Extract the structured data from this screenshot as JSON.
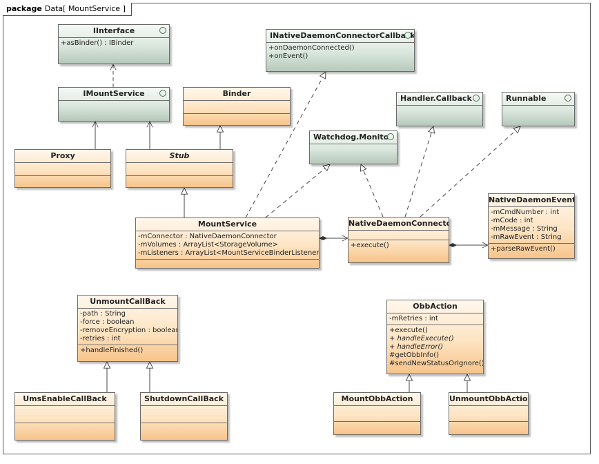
{
  "frame": {
    "keyword": "package",
    "name": "Data[  MountService ]"
  },
  "classes": {
    "iinterface": {
      "name": "IInterface",
      "attributes": [],
      "operations": [
        "+asBinder() : IBinder"
      ]
    },
    "imountservice": {
      "name": "IMountService",
      "attributes": [],
      "operations": []
    },
    "callbacks": {
      "name": "INativeDaemonConnectorCallbacks",
      "attributes": [],
      "operations": [
        "+onDaemonConnected()",
        "+onEvent()"
      ]
    },
    "binder": {
      "name": "Binder",
      "attributes": [],
      "operations": []
    },
    "handler": {
      "name": "Handler.Callback",
      "attributes": [],
      "operations": []
    },
    "runnable": {
      "name": "Runnable",
      "attributes": [],
      "operations": []
    },
    "proxy": {
      "name": "Proxy",
      "attributes": [],
      "operations": []
    },
    "stub": {
      "name": "Stub",
      "attributes": [],
      "operations": []
    },
    "watchdog": {
      "name": "Watchdog.Monitor",
      "attributes": [],
      "operations": []
    },
    "mountservice": {
      "name": "MountService",
      "attributes": [
        "-mConnector : NativeDaemonConnector",
        "-mVolumes : ArrayList<StorageVolume>",
        "-mListeners : ArrayList<MountServiceBinderListener>"
      ],
      "operations": []
    },
    "connector": {
      "name": "NativeDaemonConnector",
      "attributes": [],
      "operations": [
        "+execute()"
      ]
    },
    "event": {
      "name": "NativeDaemonEvent",
      "attributes": [
        "-mCmdNumber : int",
        "-mCode : int",
        "-mMessage : String",
        "-mRawEvent : String"
      ],
      "operations": [
        "+parseRawEvent()"
      ]
    },
    "unmount": {
      "name": "UnmountCallBack",
      "attributes": [
        "-path : String",
        "-force : boolean",
        "-removeEncryption : boolean",
        "-retries : int"
      ],
      "operations": [
        "+handleFinished()"
      ]
    },
    "obbaction": {
      "name": "ObbAction",
      "attributes": [
        "-mRetries : int"
      ],
      "operations": [
        "+execute()",
        "+ handleExecute()",
        "+ handleError()",
        "#getObbInfo()",
        "#sendNewStatusOrIgnore()"
      ]
    },
    "umsenable": {
      "name": "UmsEnableCallBack",
      "attributes": [],
      "operations": []
    },
    "shutdown": {
      "name": "ShutdownCallBack",
      "attributes": [],
      "operations": []
    },
    "mountobb": {
      "name": "MountObbAction",
      "attributes": [],
      "operations": []
    },
    "unmountobb": {
      "name": "UnmountObbAction",
      "attributes": [],
      "operations": []
    }
  }
}
